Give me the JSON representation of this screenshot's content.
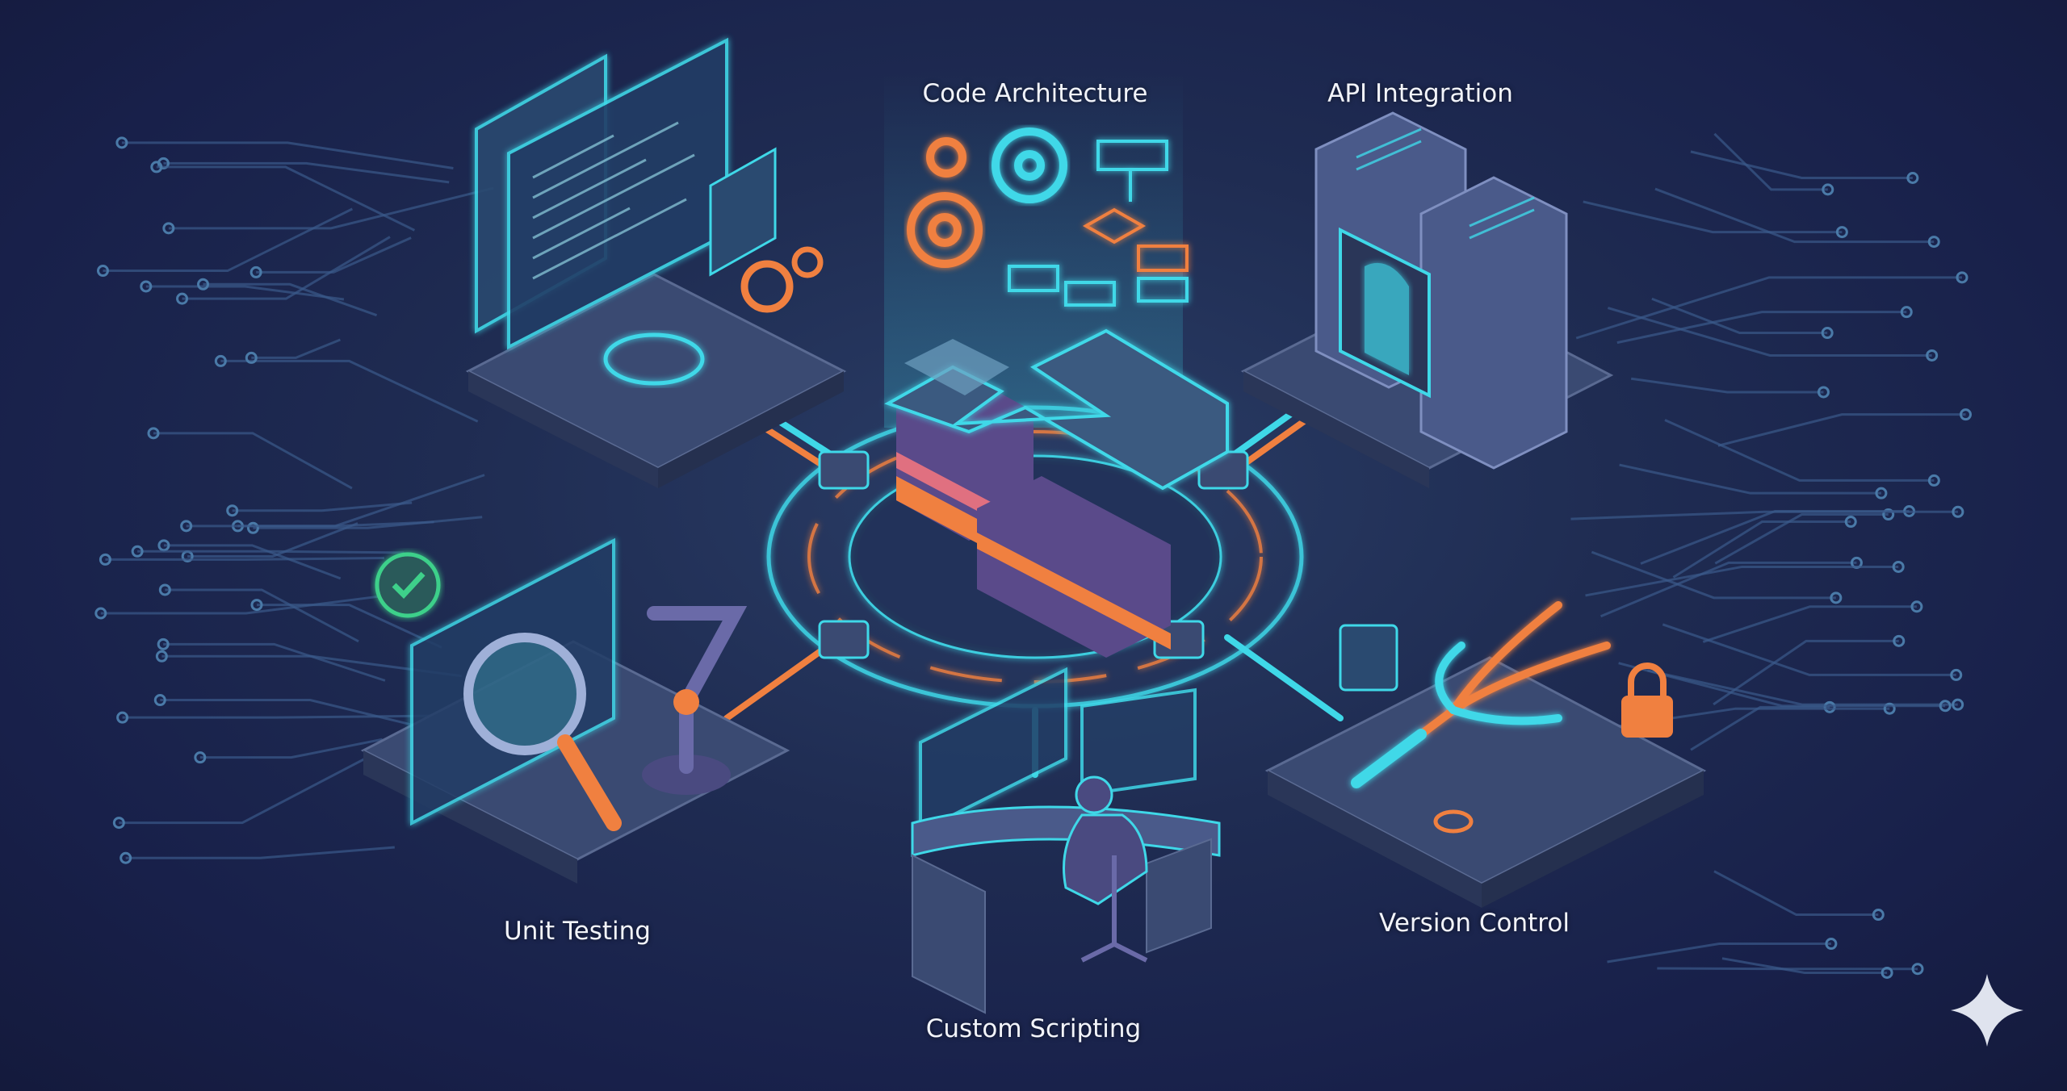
{
  "labels": {
    "code_architecture": "Code Architecture",
    "api_integration": "API Integration",
    "unit_testing": "Unit Testing",
    "custom_scripting": "Custom Scripting",
    "version_control": "Version Control"
  },
  "colors": {
    "background": "#1c2650",
    "neon_cyan": "#3fd8e8",
    "orange": "#f08040",
    "platform": "#3a4a72",
    "purple": "#6a5a9a",
    "check_green": "#3ed08a"
  },
  "icons": [
    "z-logo-stack",
    "gear-icon",
    "flowchart-icon",
    "server-rack-icon",
    "magnifier-icon",
    "robot-arm-icon",
    "checkmark-icon",
    "branch-arrows-icon",
    "padlock-icon",
    "developer-desk-icon",
    "sparkle-icon"
  ]
}
